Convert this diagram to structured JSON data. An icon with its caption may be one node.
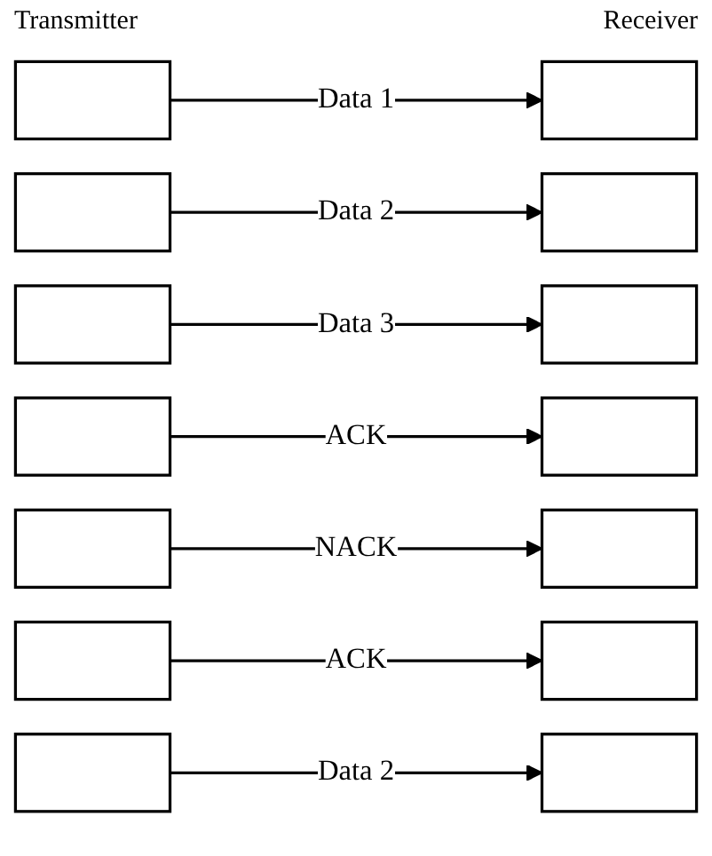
{
  "diagram": {
    "nodes": [
      {
        "text": [],
        "shape": "box"
      },
      {
        "text": [],
        "shape": "box"
      },
      {
        "text": [],
        "shape": "box"
      },
      {
        "text": [],
        "shape": "box"
      },
      {
        "text": [],
        "shape": "box"
      },
      {
        "text": [],
        "shape": "box"
      },
      {
        "text": [],
        "shape": "box"
      },
      {
        "text": [],
        "shape": "box"
      },
      {
        "text": [],
        "shape": "box"
      },
      {
        "text": [],
        "shape": "box"
      },
      {
        "text": [],
        "shape": "box"
      },
      {
        "text": [],
        "shape": "box"
      },
      {
        "text": [],
        "shape": "box"
      },
      {
        "text": [],
        "shape": "box"
      }
    ],
    "edges": [
      {
        "from": 0,
        "to": 1,
        "arrow": "to",
        "label": "Data 1"
      },
      {
        "from": 2,
        "to": 3,
        "arrow": "to",
        "label": "Data 2"
      },
      {
        "from": 4,
        "to": 5,
        "arrow": "to",
        "label": "Data 3"
      },
      {
        "from": 6,
        "to": 7,
        "arrow": "to",
        "label": "ACK"
      },
      {
        "from": 8,
        "to": 9,
        "arrow": "to",
        "label": "NACK"
      },
      {
        "from": 10,
        "to": 11,
        "arrow": "to",
        "label": "ACK"
      },
      {
        "from": 12,
        "to": 13,
        "arrow": "to",
        "label": "Data 2"
      }
    ],
    "labels": [
      "Transmitter",
      "Receiver"
    ]
  }
}
